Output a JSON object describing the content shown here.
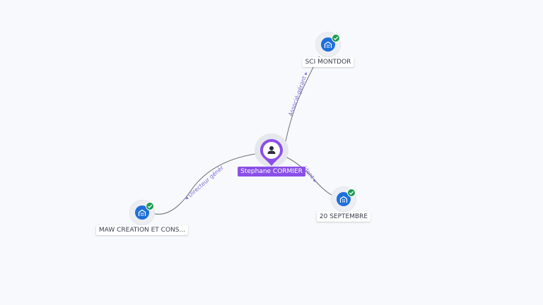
{
  "colors": {
    "background": "#f8f9fc",
    "edge": "#6b6f7b",
    "edge_label": "#7d6fd6",
    "company": "#1f6fd9",
    "verified": "#1c9b4e",
    "person": "#8a4fe8"
  },
  "person": {
    "name": "Stephane CORMIER",
    "icon": "person-icon"
  },
  "companies": [
    {
      "name": "SCI MONTDOR",
      "icon": "building-icon",
      "verified": true
    },
    {
      "name": "20 SEPTEMBRE",
      "icon": "building-icon",
      "verified": true
    },
    {
      "name": "MAW CREATION ET CONS...",
      "icon": "building-icon",
      "verified": true
    }
  ],
  "edges": [
    {
      "label": "Associé-gérant",
      "target": "SCI MONTDOR"
    },
    {
      "label": "ident",
      "target": "20 SEPTEMBRE"
    },
    {
      "label": "Directeur général",
      "target": "MAW CREATION ET CONS..."
    }
  ]
}
